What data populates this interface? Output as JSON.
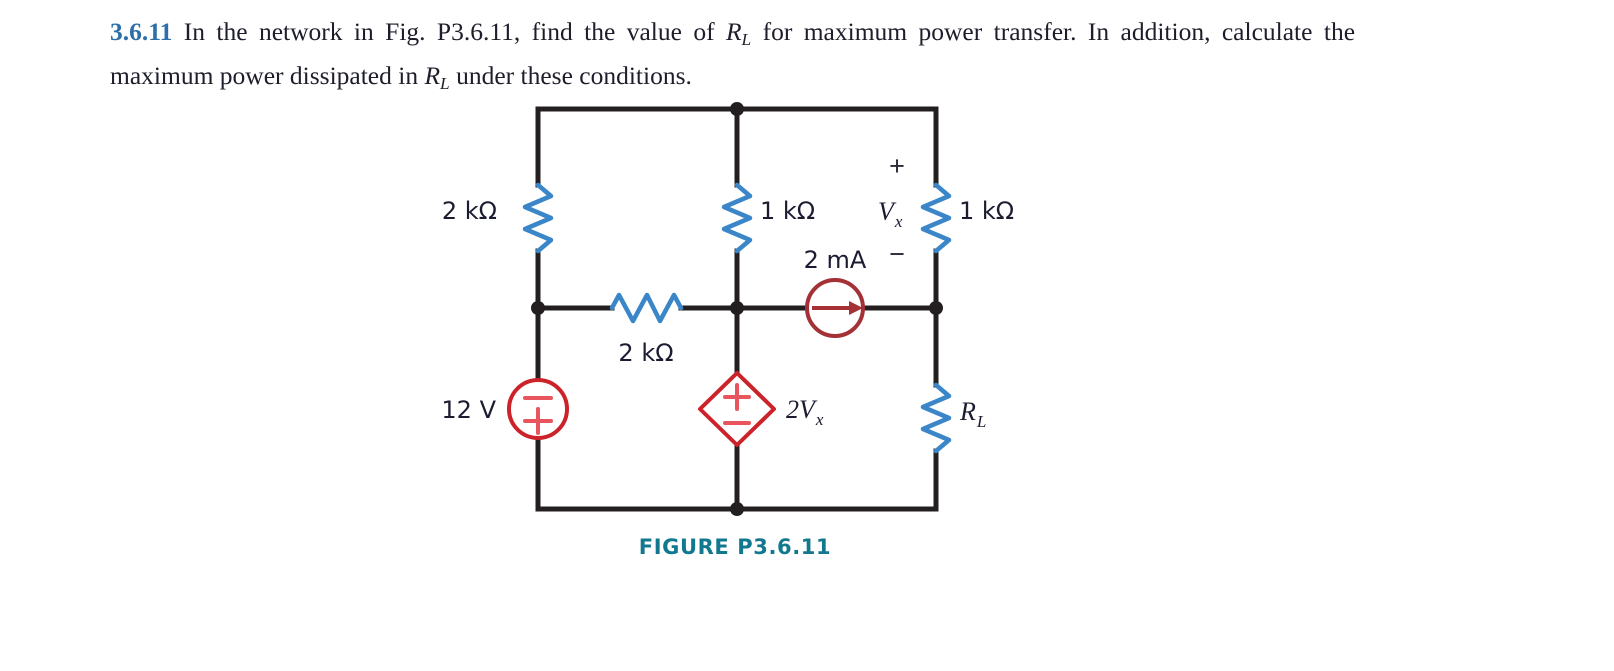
{
  "problem": {
    "number": "3.6.11",
    "sentence1_a": "In the network in Fig. P3.6.11, find the value of ",
    "sentence1_sym": "R",
    "sentence1_sub": "L",
    "sentence1_b": " for maximum power transfer. In addition, calculate the maximum power dissipated in ",
    "sentence2_sym": "R",
    "sentence2_sub": "L",
    "sentence2_b": " under these conditions."
  },
  "figure": {
    "caption": "FIGURE P3.6.11"
  },
  "circuit": {
    "components": {
      "r_left": {
        "label": "2 kΩ",
        "name": "resistor-2k-left"
      },
      "r_middle_horizontal": {
        "label": "2 kΩ",
        "name": "resistor-2k-middle"
      },
      "r_center": {
        "label": "1 kΩ",
        "name": "resistor-1k-center"
      },
      "r_right": {
        "label": "1 kΩ",
        "name": "resistor-1k-right"
      },
      "r_load": {
        "label_sym": "R",
        "label_sub": "L",
        "name": "resistor-load-RL"
      },
      "v_source": {
        "label": "12 V",
        "plus": "+",
        "minus": "−",
        "name": "voltage-source-12v"
      },
      "i_source": {
        "label": "2 mA",
        "name": "current-source-2ma"
      },
      "dep_source": {
        "label_coeff": "2",
        "label_sym": "V",
        "label_sub": "x",
        "plus": "+",
        "minus": "−",
        "name": "dependent-voltage-source-2vx"
      },
      "vx_label": {
        "sym": "V",
        "sub": "x",
        "plus": "+",
        "minus": "−",
        "name": "voltage-vx-annotation"
      }
    },
    "colors": {
      "wire": "#231f20",
      "resistor": "#3a86c8",
      "source": "#cc2229",
      "current_source": "#a33136",
      "label_text": "#1b1b32",
      "caption": "#12788f",
      "problem_number": "#2d6fa8"
    }
  }
}
